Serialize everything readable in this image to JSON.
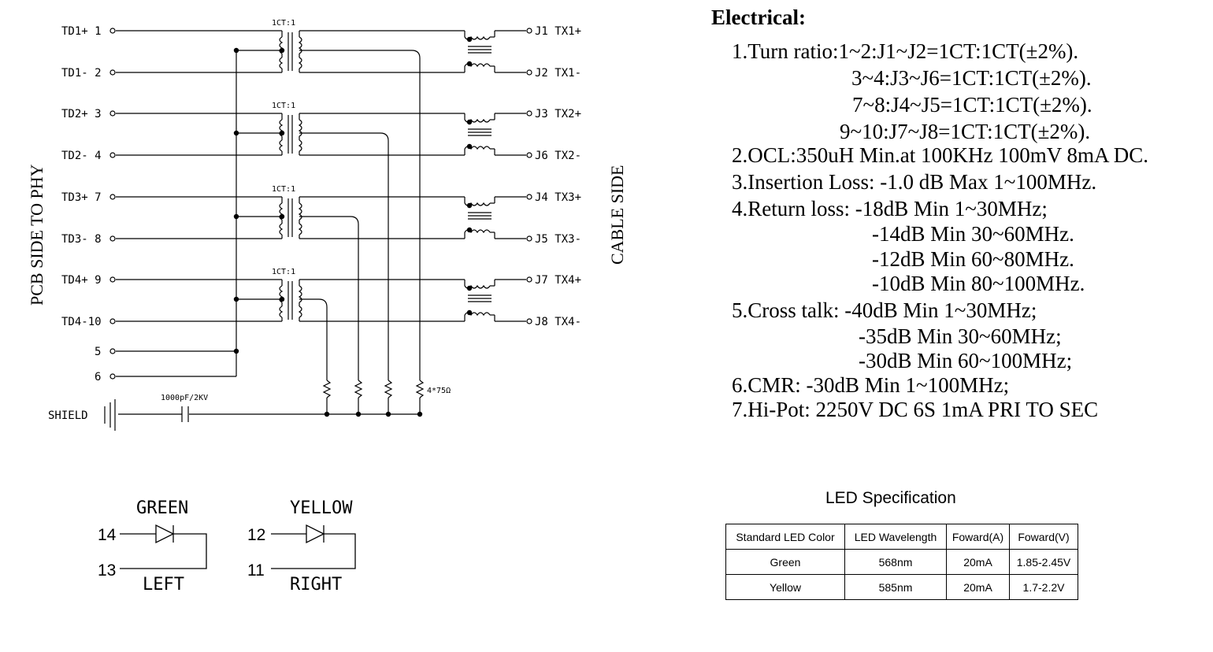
{
  "schematic": {
    "left_pins": [
      {
        "label": "TD1+ 1"
      },
      {
        "label": "TD1- 2"
      },
      {
        "label": "TD2+ 3"
      },
      {
        "label": "TD2- 4"
      },
      {
        "label": "TD3+ 7"
      },
      {
        "label": "TD3- 8"
      },
      {
        "label": "TD4+ 9"
      },
      {
        "label": "TD4-10"
      },
      {
        "label": "5"
      },
      {
        "label": "6"
      }
    ],
    "right_pins": [
      {
        "label": "J1 TX1+"
      },
      {
        "label": "J2 TX1-"
      },
      {
        "label": "J3 TX2+"
      },
      {
        "label": "J6 TX2-"
      },
      {
        "label": "J4 TX3+"
      },
      {
        "label": "J5 TX3-"
      },
      {
        "label": "J7 TX4+"
      },
      {
        "label": "J8 TX4-"
      }
    ],
    "transformer_ratio": "1CT:1",
    "shield_label": "SHIELD",
    "cap_label": "1000pF/2KV",
    "resistor_label": "4*75Ω",
    "pcb_side_label": "PCB SIDE TO PHY",
    "cable_side_label": "CABLE SIDE"
  },
  "leds": {
    "left": {
      "color_label": "GREEN",
      "position_label": "LEFT",
      "anode_pin": "14",
      "cathode_pin": "13"
    },
    "right": {
      "color_label": "YELLOW",
      "position_label": "RIGHT",
      "anode_pin": "12",
      "cathode_pin": "11"
    }
  },
  "electrical": {
    "title": "Electrical:",
    "lines": [
      "1.Turn ratio:1~2:J1~J2=1CT:1CT(±2%).",
      "3~4:J3~J6=1CT:1CT(±2%).",
      "7~8:J4~J5=1CT:1CT(±2%).",
      "9~10:J7~J8=1CT:1CT(±2%).",
      "2.OCL:350uH Min.at 100KHz 100mV 8mA DC.",
      "3.Insertion Loss: -1.0 dB Max 1~100MHz.",
      "4.Return loss: -18dB Min 1~30MHz;",
      "-14dB Min 30~60MHz.",
      "-12dB Min 60~80MHz.",
      "-10dB Min 80~100MHz.",
      "5.Cross talk: -40dB Min 1~30MHz;",
      "-35dB Min 30~60MHz;",
      "-30dB Min 60~100MHz;",
      "6.CMR: -30dB Min 1~100MHz;",
      "7.Hi-Pot: 2250V DC 6S 1mA PRI TO SEC"
    ]
  },
  "led_spec": {
    "title": "LED Specification",
    "headers": [
      "Standard LED Color",
      "LED Wavelength",
      "Foward(A)",
      "Foward(V)"
    ],
    "rows": [
      [
        "Green",
        "568nm",
        "20mA",
        "1.85-2.45V"
      ],
      [
        "Yellow",
        "585nm",
        "20mA",
        "1.7-2.2V"
      ]
    ]
  }
}
